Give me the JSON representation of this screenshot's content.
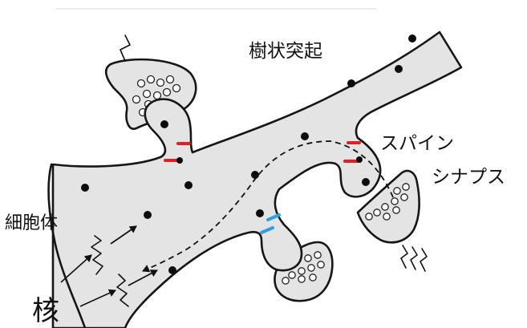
{
  "labels": {
    "dendrite": "樹状突起",
    "spine": "スパイン",
    "synapse": "シナプス",
    "soma": "細胞体",
    "nucleus": "核"
  },
  "colors": {
    "excitatory_synapse": "#e21f26",
    "inhibitory_synapse": "#29a3df",
    "membrane": "#e4e4e4"
  },
  "icons": [
    "lightning-bolt-icon",
    "signal-arrow-icon",
    "dashed-pathway-arrow"
  ]
}
